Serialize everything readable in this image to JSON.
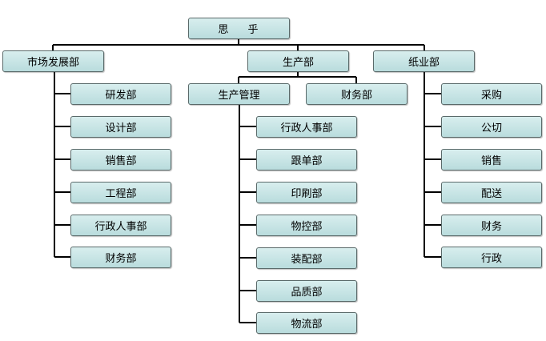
{
  "org_chart": {
    "root": {
      "label": "思 乎"
    },
    "divisions": [
      {
        "label": "市场发展部",
        "children": [
          "研发部",
          "设计部",
          "销售部",
          "工程部",
          "行政人事部",
          "财务部"
        ]
      },
      {
        "label": "生产部",
        "subdivisions": [
          {
            "label": "生产管理",
            "children": [
              "行政人事部",
              "跟单部",
              "印刷部",
              "物控部",
              "装配部",
              "品质部",
              "物流部"
            ]
          },
          {
            "label": "财务部"
          }
        ]
      },
      {
        "label": "纸业部",
        "children": [
          "采购",
          "公切",
          "销售",
          "配送",
          "财务",
          "行政"
        ]
      }
    ]
  },
  "colors": {
    "node_fill": "#c6e3e3",
    "node_border": "#5a6a6a",
    "connector": "#000000"
  }
}
